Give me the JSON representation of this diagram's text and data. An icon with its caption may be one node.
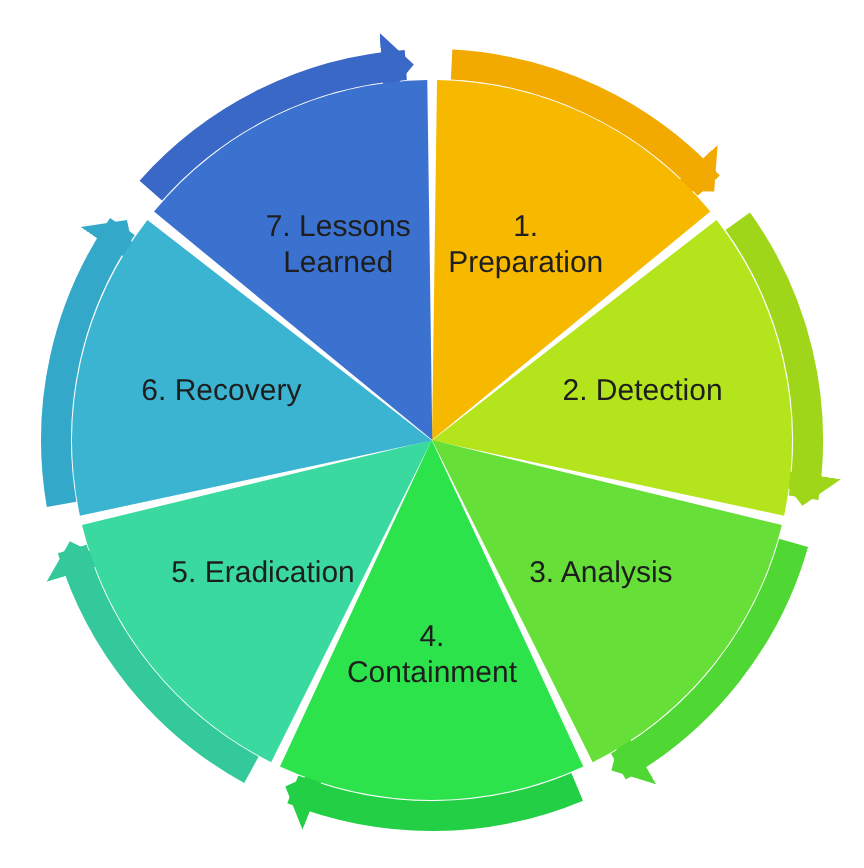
{
  "diagram": {
    "nodes": [
      {
        "text": [
          "1. Preparation"
        ]
      },
      {
        "text": [
          "2. Detection"
        ]
      },
      {
        "text": [
          "3. Analysis"
        ]
      },
      {
        "text": [
          "4. Containment"
        ]
      },
      {
        "text": [
          "5. Eradication"
        ]
      },
      {
        "text": [
          "6. Recovery"
        ]
      },
      {
        "text": [
          "7. Lessons Learned"
        ]
      }
    ],
    "edges": [
      {
        "from": 0,
        "to": 1,
        "arrow": "to",
        "color": "#f2a900"
      },
      {
        "from": 1,
        "to": 2,
        "arrow": "to",
        "color": "#9fd61a"
      },
      {
        "from": 2,
        "to": 3,
        "arrow": "to",
        "color": "#4fd834"
      },
      {
        "from": 3,
        "to": 4,
        "arrow": "to",
        "color": "#22cf45"
      },
      {
        "from": 4,
        "to": 5,
        "arrow": "to",
        "color": "#33c99a"
      },
      {
        "from": 5,
        "to": 6,
        "arrow": "to",
        "color": "#34a8c8"
      },
      {
        "from": 6,
        "to": 0,
        "arrow": "to",
        "color": "#3a68c6"
      }
    ]
  }
}
